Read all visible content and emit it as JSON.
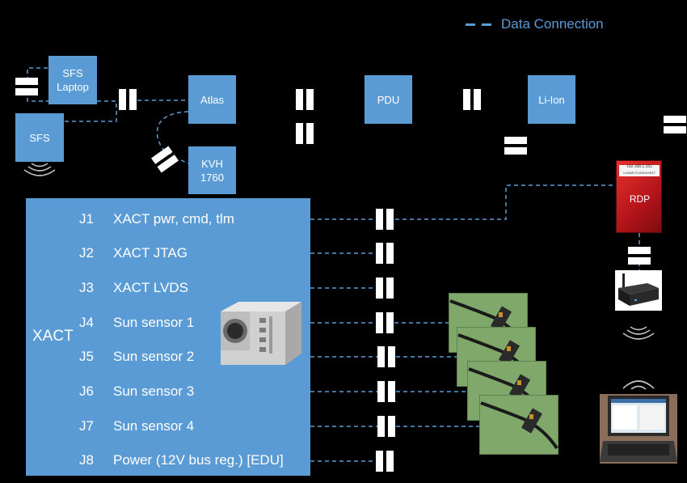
{
  "legend": {
    "label": "Data Connection",
    "color": "#5b9bd5"
  },
  "boxes": {
    "sfs_laptop": "SFS\nLaptop",
    "sfs": "SFS",
    "atlas": "Atlas",
    "kvh": "KVH\n1760",
    "pdu": "PDU",
    "li_ion": "Li-Ion"
  },
  "rdp": {
    "ip": "192.168.1.151",
    "plate": "LUNAR FLASHLIGHT",
    "label": "RDP",
    "color": "#c81d22"
  },
  "xact": {
    "label": "XACT",
    "ports": [
      {
        "id": "J1",
        "name": "XACT pwr, cmd, tlm"
      },
      {
        "id": "J2",
        "name": "XACT JTAG"
      },
      {
        "id": "J3",
        "name": "XACT LVDS"
      },
      {
        "id": "J4",
        "name": "Sun sensor 1"
      },
      {
        "id": "J5",
        "name": "Sun sensor 2"
      },
      {
        "id": "J6",
        "name": "Sun sensor 3"
      },
      {
        "id": "J7",
        "name": "Sun sensor 4"
      },
      {
        "id": "J8",
        "name": "Power (12V bus reg.) [EDU]"
      }
    ]
  },
  "colors": {
    "box": "#5b9bd5",
    "background": "#000000",
    "connector": "#ffffff",
    "photo_green": "#7fa86a"
  },
  "icons": [
    "connector-icon",
    "wifi-icon",
    "star-tracker-photo",
    "sun-sensor-photo",
    "router-photo",
    "laptop-photo"
  ]
}
